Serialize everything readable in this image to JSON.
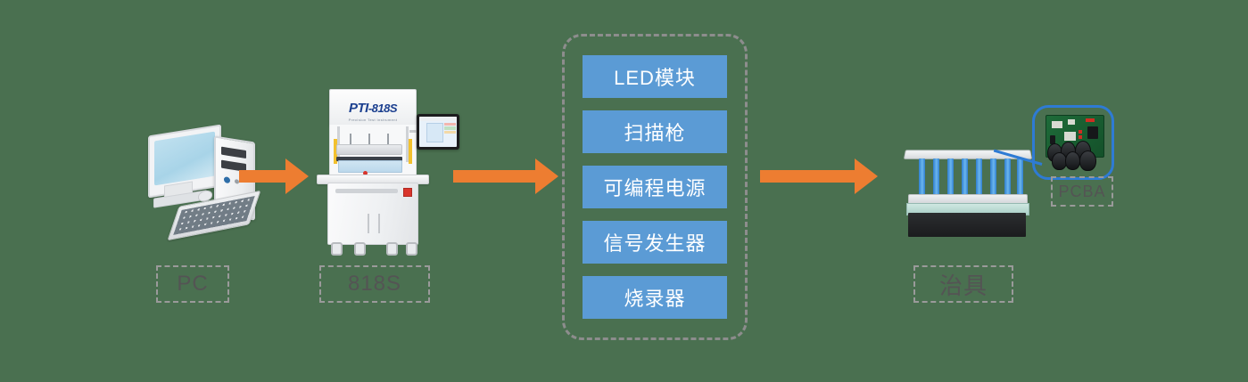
{
  "background_color": "#4a7050",
  "accent_colors": {
    "arrow": "#ed7d31",
    "module_box": "#5b9bd5",
    "module_text": "#ffffff",
    "caption_text": "#545454",
    "caption_border": "#9a9a9a",
    "callout_border": "#2e7bd4",
    "panel_border": "#8d8d8d"
  },
  "stages": {
    "pc": {
      "caption": "PC",
      "icon": "desktop-computer-icon"
    },
    "tester": {
      "caption": "818S",
      "brand_logo": "PTI",
      "brand_suffix": "-818S",
      "brand_tagline": "Precision Test Instrument",
      "icon": "ict-test-machine-icon"
    },
    "fixture": {
      "caption": "治具",
      "icon": "test-fixture-icon"
    },
    "pcba": {
      "caption": "PCBA",
      "icon": "pcb-board-icon"
    }
  },
  "module_panel": {
    "modules": [
      {
        "label": "LED模块"
      },
      {
        "label": "扫描枪"
      },
      {
        "label": "可编程电源"
      },
      {
        "label": "信号发生器"
      },
      {
        "label": "烧录器"
      }
    ]
  },
  "arrows": [
    {
      "name": "arrow-pc-to-tester"
    },
    {
      "name": "arrow-tester-to-modules"
    },
    {
      "name": "arrow-modules-to-fixture"
    }
  ]
}
